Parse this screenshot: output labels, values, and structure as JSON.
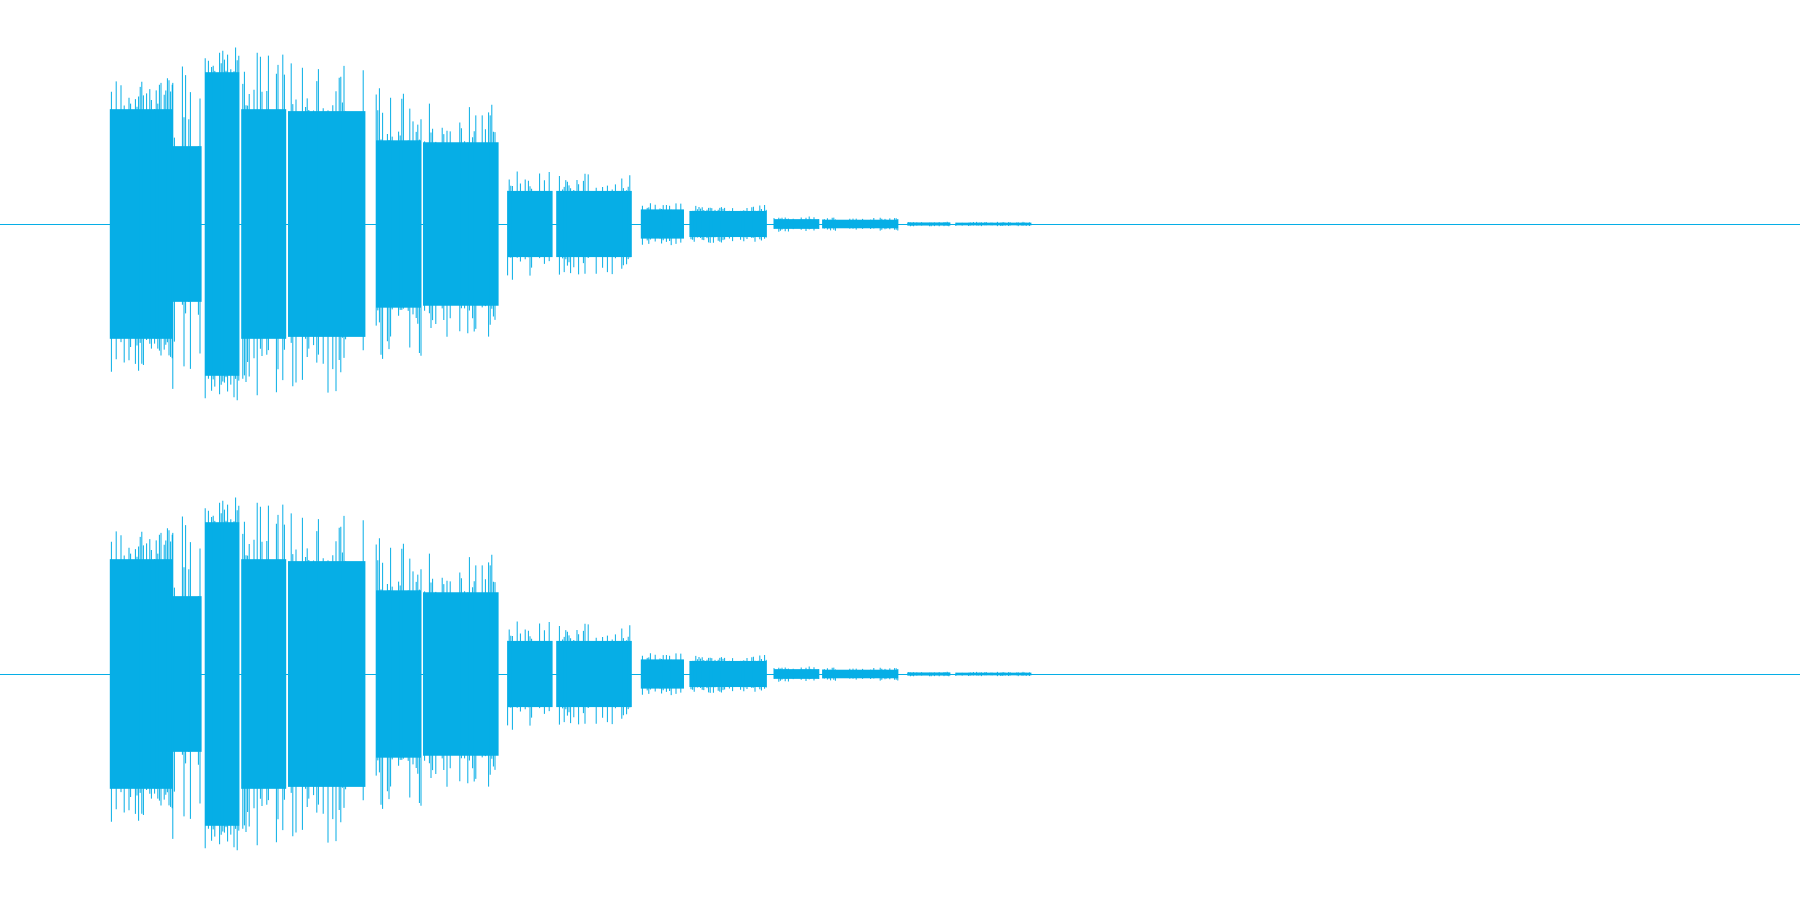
{
  "colors": {
    "background": "#ffffff",
    "waveform": "#06aee6"
  },
  "chart_data": {
    "type": "area",
    "description_free": true,
    "xlim": [
      0,
      1
    ],
    "ylim": [
      -1,
      1
    ],
    "grid": false,
    "legend": "none",
    "channels": [
      {
        "segments": [
          {
            "start": 0.061,
            "end": 0.096,
            "body": 0.59,
            "peak": 0.76
          },
          {
            "start": 0.096,
            "end": 0.112,
            "body": 0.4,
            "peak": 0.85
          },
          {
            "start": 0.114,
            "end": 0.133,
            "body": 0.78,
            "peak": 0.91
          },
          {
            "start": 0.134,
            "end": 0.159,
            "body": 0.59,
            "peak": 0.91
          },
          {
            "start": 0.16,
            "end": 0.203,
            "body": 0.58,
            "peak": 0.87
          },
          {
            "start": 0.209,
            "end": 0.234,
            "body": 0.43,
            "peak": 0.7
          },
          {
            "start": 0.235,
            "end": 0.277,
            "body": 0.42,
            "peak": 0.63
          },
          {
            "start": 0.282,
            "end": 0.307,
            "body": 0.17,
            "peak": 0.29
          },
          {
            "start": 0.309,
            "end": 0.351,
            "body": 0.17,
            "peak": 0.26
          },
          {
            "start": 0.356,
            "end": 0.38,
            "body": 0.075,
            "peak": 0.11
          },
          {
            "start": 0.383,
            "end": 0.426,
            "body": 0.067,
            "peak": 0.1
          },
          {
            "start": 0.43,
            "end": 0.455,
            "body": 0.025,
            "peak": 0.04
          },
          {
            "start": 0.457,
            "end": 0.499,
            "body": 0.022,
            "peak": 0.035
          },
          {
            "start": 0.504,
            "end": 0.528,
            "body": 0.008,
            "peak": 0.012
          },
          {
            "start": 0.531,
            "end": 0.573,
            "body": 0.007,
            "peak": 0.011
          }
        ]
      },
      {
        "segments": [
          {
            "start": 0.061,
            "end": 0.096,
            "body": 0.59,
            "peak": 0.76
          },
          {
            "start": 0.096,
            "end": 0.112,
            "body": 0.4,
            "peak": 0.85
          },
          {
            "start": 0.114,
            "end": 0.133,
            "body": 0.78,
            "peak": 0.91
          },
          {
            "start": 0.134,
            "end": 0.159,
            "body": 0.59,
            "peak": 0.91
          },
          {
            "start": 0.16,
            "end": 0.203,
            "body": 0.58,
            "peak": 0.87
          },
          {
            "start": 0.209,
            "end": 0.234,
            "body": 0.43,
            "peak": 0.7
          },
          {
            "start": 0.235,
            "end": 0.277,
            "body": 0.42,
            "peak": 0.63
          },
          {
            "start": 0.282,
            "end": 0.307,
            "body": 0.17,
            "peak": 0.29
          },
          {
            "start": 0.309,
            "end": 0.351,
            "body": 0.17,
            "peak": 0.26
          },
          {
            "start": 0.356,
            "end": 0.38,
            "body": 0.075,
            "peak": 0.11
          },
          {
            "start": 0.383,
            "end": 0.426,
            "body": 0.067,
            "peak": 0.1
          },
          {
            "start": 0.43,
            "end": 0.455,
            "body": 0.025,
            "peak": 0.04
          },
          {
            "start": 0.457,
            "end": 0.499,
            "body": 0.022,
            "peak": 0.035
          },
          {
            "start": 0.504,
            "end": 0.528,
            "body": 0.008,
            "peak": 0.012
          },
          {
            "start": 0.531,
            "end": 0.573,
            "body": 0.007,
            "peak": 0.011
          }
        ]
      }
    ]
  }
}
